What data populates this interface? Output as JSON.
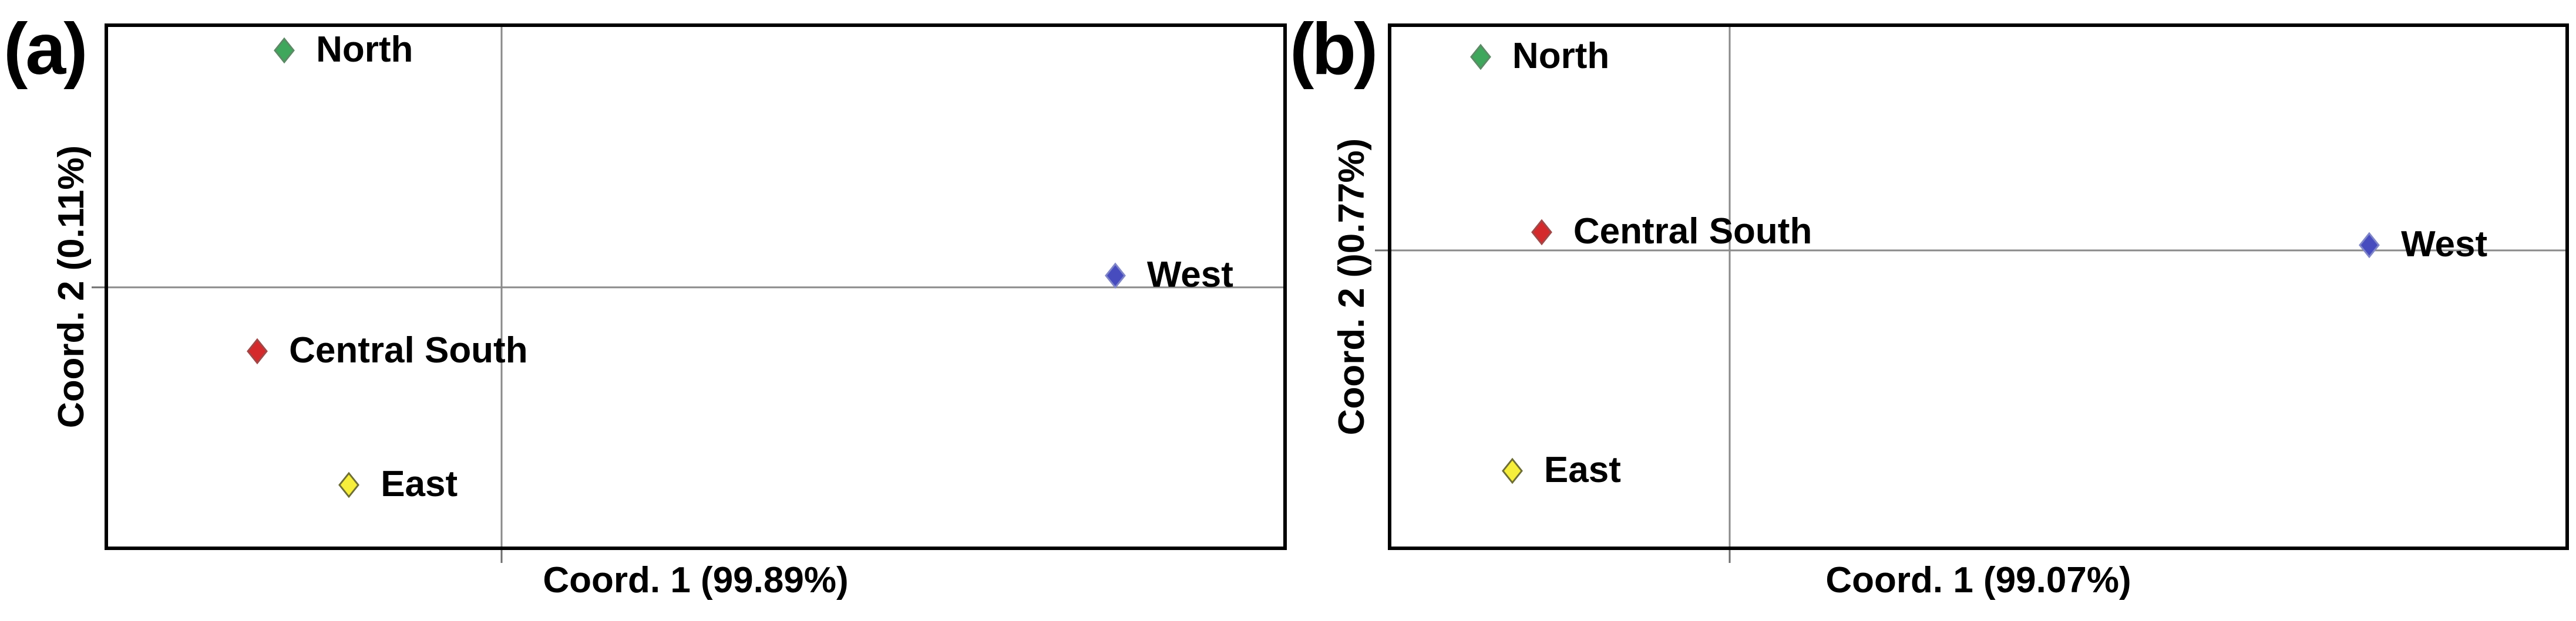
{
  "figure": {
    "background": "#ffffff",
    "plot_border_color": "#000000",
    "gridline_color": "#8a8a8a",
    "tick_color": "#6e6e6e",
    "text_color": "#000000"
  },
  "chart_data": [
    {
      "type": "scatter",
      "panel_label": "(a)",
      "xlabel": "Coord. 1 (99.89%)",
      "ylabel": "Coord. 2 (0.11%)",
      "grid": {
        "vline_pct": 33.5,
        "hline_pct": 50.1,
        "ticks": "outside-left-and-bottom"
      },
      "legend_position": "none",
      "marker_shape": "diamond",
      "points": [
        {
          "label": "North",
          "fill": "#3fa75c",
          "stroke": "#5c8a66",
          "x_pct": 15.0,
          "y_pct": 4.5
        },
        {
          "label": "Central South",
          "fill": "#d42a2c",
          "stroke": "#a04848",
          "x_pct": 12.7,
          "y_pct": 62.4
        },
        {
          "label": "East",
          "fill": "#f6ee3c",
          "stroke": "#6e6e35",
          "x_pct": 20.5,
          "y_pct": 88.1
        },
        {
          "label": "West",
          "fill": "#474cbe",
          "stroke": "#8086c8",
          "x_pct": 85.7,
          "y_pct": 47.9
        }
      ]
    },
    {
      "type": "scatter",
      "panel_label": "(b)",
      "xlabel": "Coord. 1 (99.07%)",
      "ylabel": "Coord. 2 ()0.77%)",
      "grid": {
        "vline_pct": 28.8,
        "hline_pct": 43.0,
        "ticks": "outside-left-and-bottom"
      },
      "legend_position": "none",
      "marker_shape": "diamond",
      "points": [
        {
          "label": "North",
          "fill": "#3fa75c",
          "stroke": "#5c8a66",
          "x_pct": 7.6,
          "y_pct": 5.8
        },
        {
          "label": "Central South",
          "fill": "#d42a2c",
          "stroke": "#a04848",
          "x_pct": 12.8,
          "y_pct": 39.5
        },
        {
          "label": "East",
          "fill": "#f6ee3c",
          "stroke": "#6e6e35",
          "x_pct": 10.3,
          "y_pct": 85.4
        },
        {
          "label": "West",
          "fill": "#474cbe",
          "stroke": "#8086c8",
          "x_pct": 83.3,
          "y_pct": 42.0
        }
      ]
    }
  ]
}
